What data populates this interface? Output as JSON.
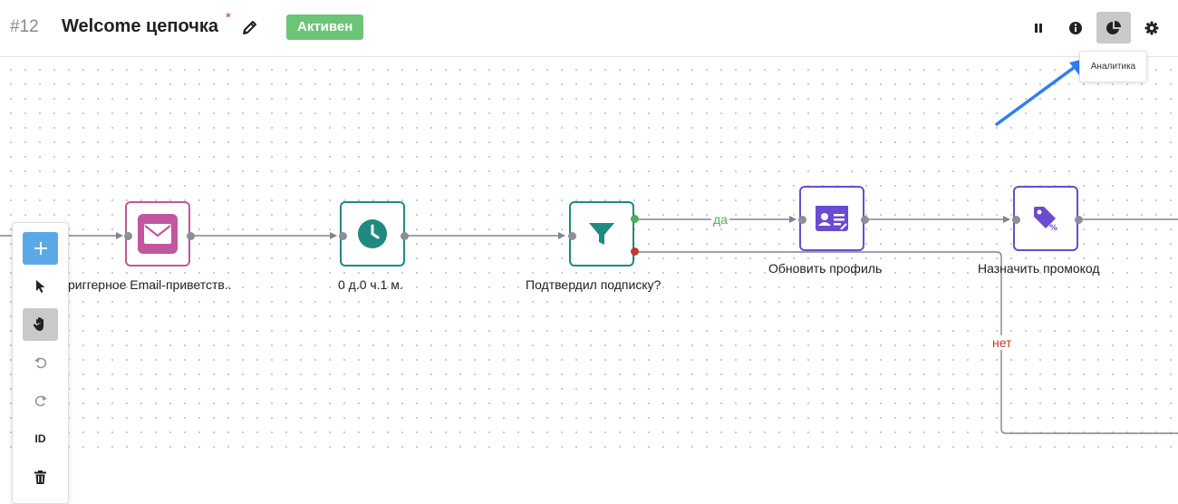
{
  "header": {
    "id": "#12",
    "title": "Welcome цепочка",
    "unsaved_mark": "*",
    "status": "Активен"
  },
  "toolbar_right": [
    {
      "icon": "pause-icon"
    },
    {
      "icon": "info-icon"
    },
    {
      "icon": "pie-chart-icon",
      "active": true,
      "tooltip": "Аналитика"
    },
    {
      "icon": "gear-icon"
    }
  ],
  "nodes": {
    "email": {
      "label": "риггерное Email-приветств..",
      "icon": "envelope-icon",
      "color": "#c2569f"
    },
    "delay": {
      "label": "0 д.0 ч.1 м.",
      "icon": "clock-icon",
      "color": "#1f8a7f"
    },
    "filter": {
      "label": "Подтвердил подписку?",
      "icon": "funnel-icon",
      "color": "#1f8a7f"
    },
    "profile": {
      "label": "Обновить профиль",
      "icon": "id-card-icon",
      "color": "#6a4bd1"
    },
    "promo": {
      "label": "Назначить промокод",
      "icon": "tag-icon",
      "color": "#6a4bd1"
    }
  },
  "edges": {
    "yes_label": "да",
    "no_label": "нет",
    "yes_color": "#4caf50",
    "no_color": "#c0392b"
  },
  "left_tools": {
    "id_label": "ID"
  },
  "colors": {
    "accent": "#5aa9e6",
    "status_green": "#6cc576",
    "annotation_arrow": "#2f7ff0"
  }
}
